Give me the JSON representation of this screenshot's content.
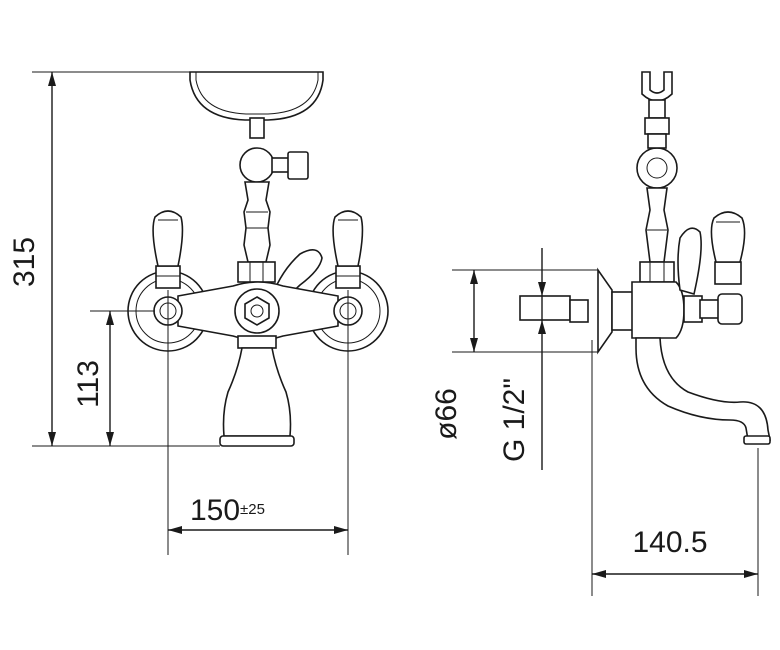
{
  "dimensions": {
    "height_total": "315",
    "handle_height": "113",
    "centers": "150",
    "centers_tolerance": "±25",
    "diameter": "ø66",
    "thread": "G 1/2\"",
    "projection": "140.5"
  },
  "colors": {
    "line": "#1a1a1a",
    "background": "#ffffff"
  }
}
